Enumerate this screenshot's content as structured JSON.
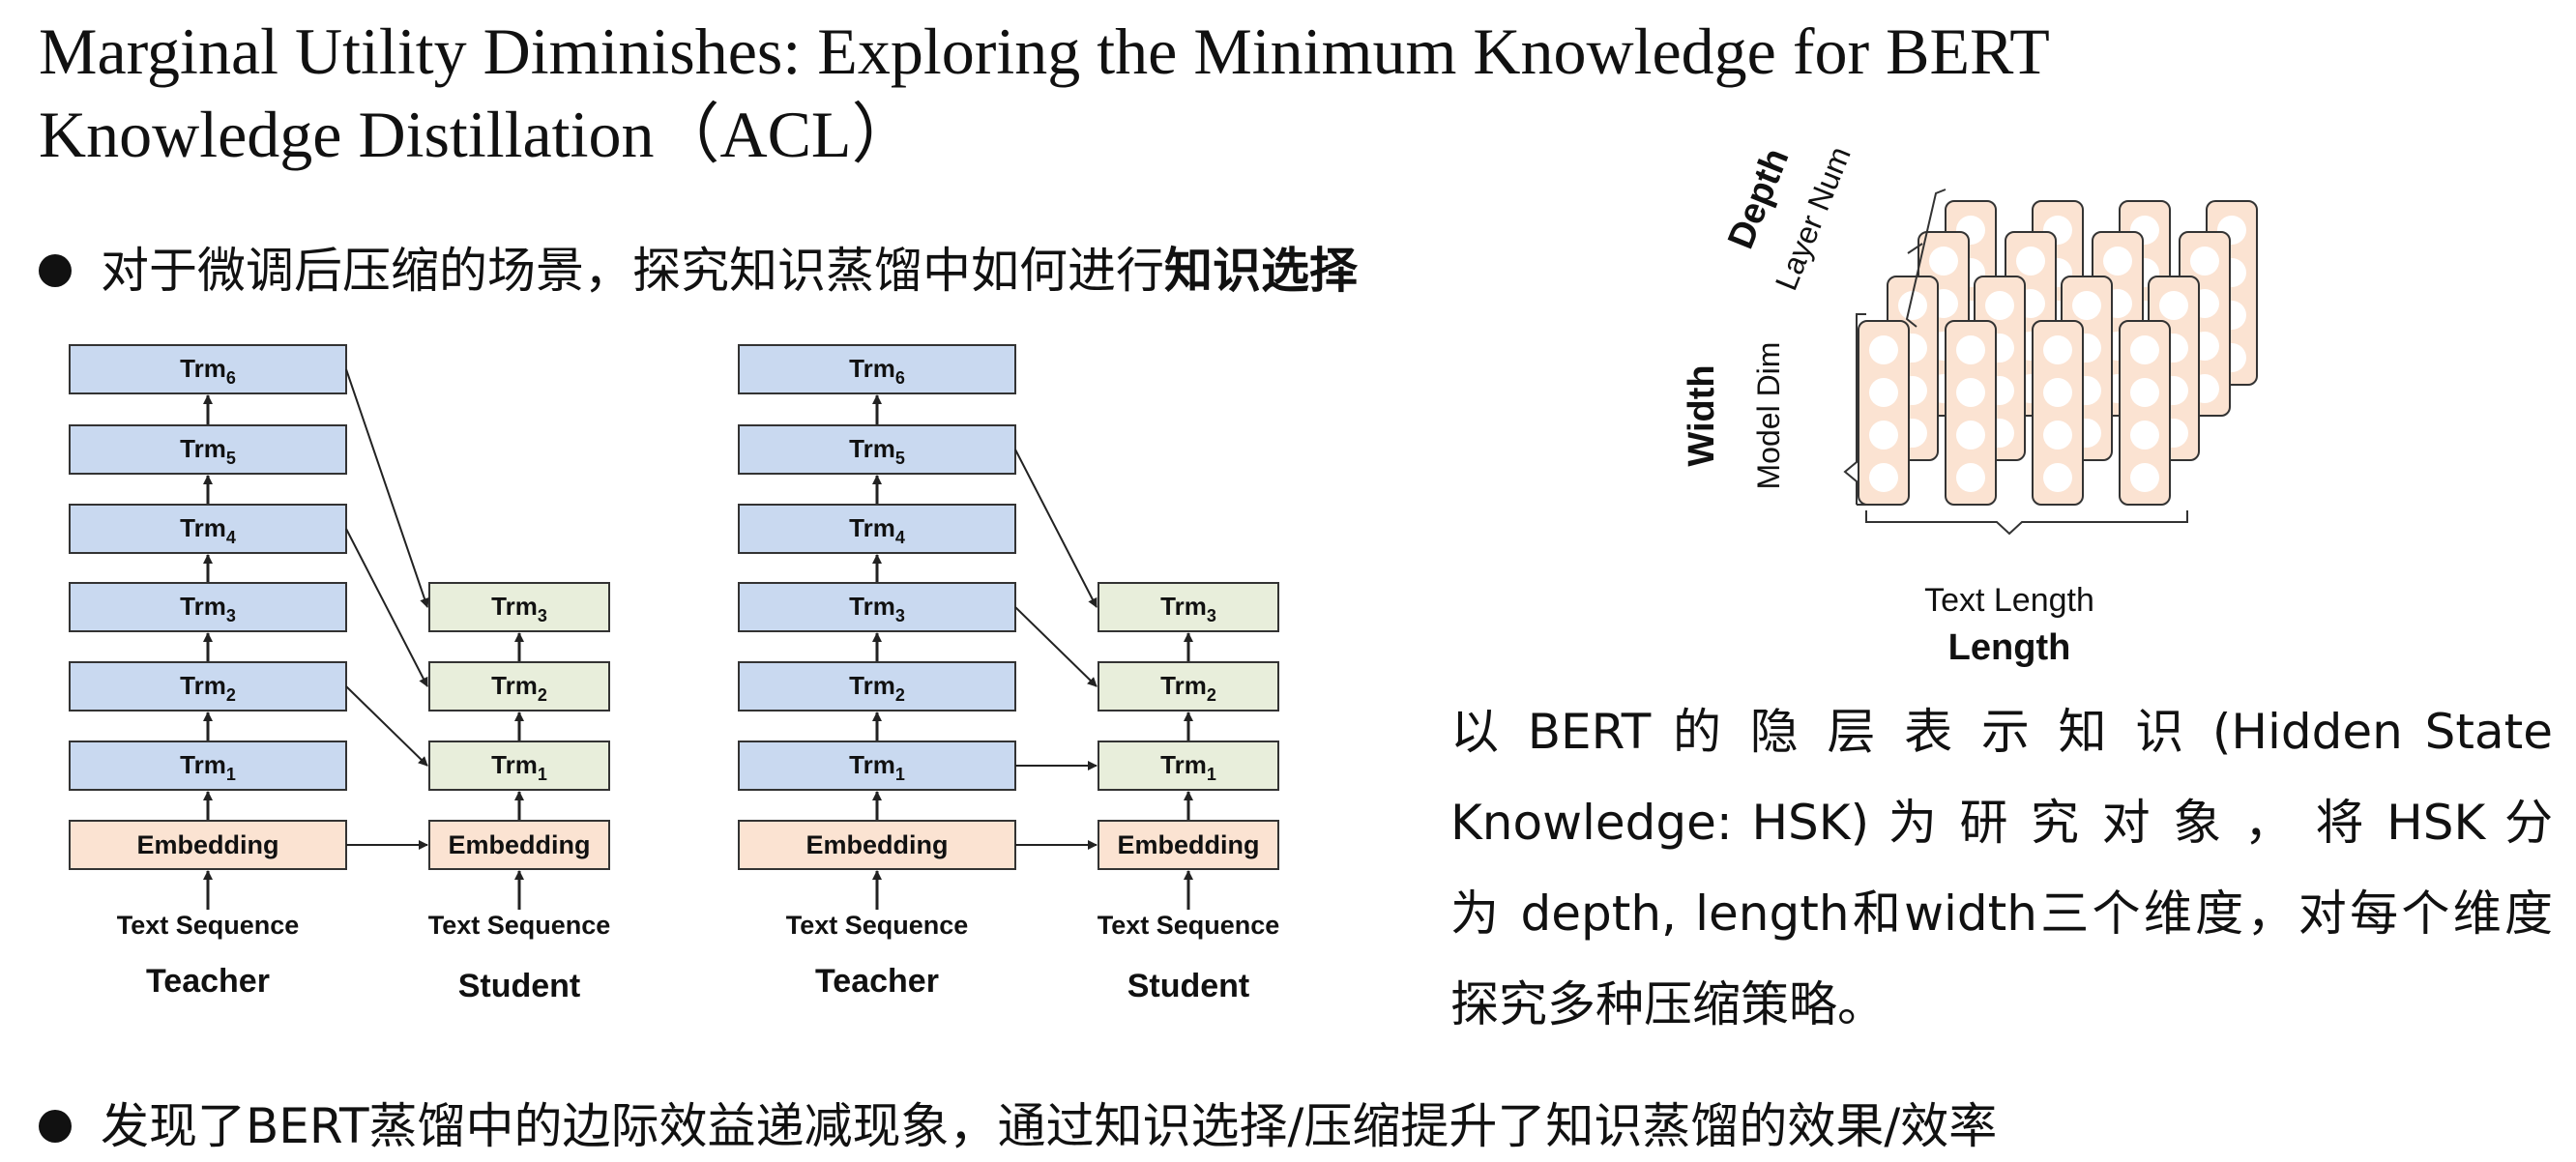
{
  "title": {
    "line1": "Marginal Utility Diminishes: Exploring the Minimum Knowledge for BERT",
    "line2": "Knowledge Distillation（ACL）"
  },
  "bullets": [
    {
      "prefix": "对于微调后压缩的场景，探究知识蒸馏中如何进行",
      "emphasis": "知识选择"
    },
    {
      "prefix": "发现了BERT蒸馏中的边际效益递减现象，通过知识选择/压缩提升了知识蒸馏的效果/效率",
      "emphasis": ""
    }
  ],
  "paragraph": "以 BERT 的 隐 层 表 示 知 识 (Hidden State Knowledge: HSK) 为 研 究 对 象 ， 将 HSK 分 为 depth, length和width三个维度，对每个维度探究多种压缩策略。",
  "diagrams": [
    {
      "teacher_layers": [
        "Trm6",
        "Trm5",
        "Trm4",
        "Trm3",
        "Trm2",
        "Trm1"
      ],
      "student_layers": [
        "Trm3",
        "Trm2",
        "Trm1"
      ],
      "embedding": "Embedding",
      "text_sequence": "Text Sequence",
      "teacher_label": "Teacher",
      "student_label": "Student"
    },
    {
      "teacher_layers": [
        "Trm6",
        "Trm5",
        "Trm4",
        "Trm3",
        "Trm2",
        "Trm1"
      ],
      "student_layers": [
        "Trm3",
        "Trm2",
        "Trm1"
      ],
      "embedding": "Embedding",
      "text_sequence": "Text Sequence",
      "teacher_label": "Teacher",
      "student_label": "Student"
    }
  ],
  "cube": {
    "depth": "Depth",
    "layer_num": "Layer Num",
    "width": "Width",
    "model_dim": "Model Dim",
    "text_length": "Text Length",
    "length": "Length"
  },
  "colors": {
    "teacher_fill": "#c9d9f0",
    "student_fill": "#e8eedb",
    "embedding_fill": "#fbe3d2",
    "cube_fill": "#fbe3d2"
  }
}
